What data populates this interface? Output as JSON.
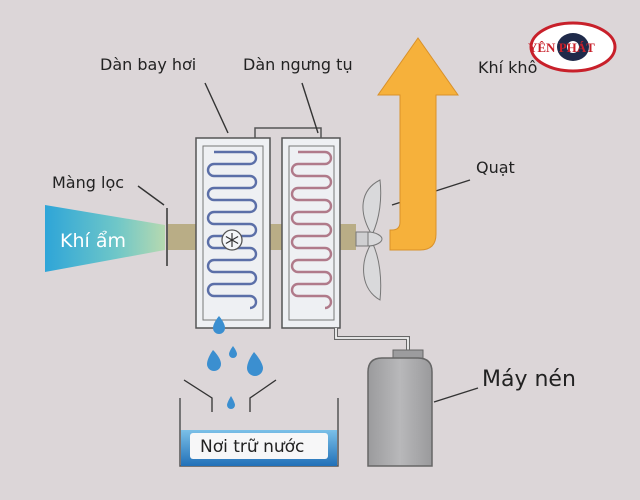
{
  "labels": {
    "evaporator": "Dàn bay hơi",
    "condenser": "Dàn ngưng tụ",
    "dry_air": "Khí khô",
    "filter": "Màng lọc",
    "fan": "Quạt",
    "humid_air": "Khí ẩm",
    "compressor": "Máy nén",
    "water_tank": "Nơi trữ nước"
  },
  "logo": {
    "text": "YÊN PHÁT",
    "color": "#c8202a"
  },
  "colors": {
    "background": "#dcd6d8",
    "dry_air_arrow": "#f6b13b",
    "humid_air": "#3aa9d6",
    "evaporator_coil": "#5b6fa8",
    "condenser_coil": "#b07a8a",
    "water": "#2f86c9",
    "compressor": "#a9a9ab",
    "airflow_bar": "#b9ad86"
  }
}
